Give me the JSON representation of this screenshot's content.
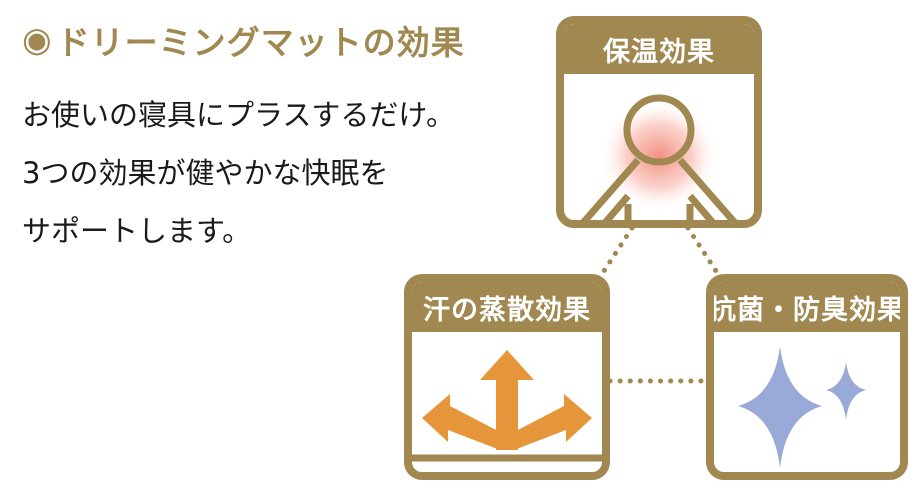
{
  "heading": {
    "bullet": "◉",
    "text": "ドリーミングマットの効果"
  },
  "description": {
    "lines": [
      "お使いの寝具にプラスするだけ。",
      "3つの効果が健やかな快眠を",
      "サポートします。"
    ]
  },
  "cards": {
    "warmth": {
      "title": "保温効果",
      "icon": "person-warmth-icon"
    },
    "sweat": {
      "title": "汗の蒸散効果",
      "icon": "arrows-spread-icon"
    },
    "antibacterial": {
      "title": "抗菌・防臭効果",
      "icon": "sparkle-icon"
    }
  },
  "colors": {
    "gold": "#a08850",
    "orange": "#e5963a",
    "lavender": "#9aaad8",
    "warm_glow": "#f28a7a"
  }
}
